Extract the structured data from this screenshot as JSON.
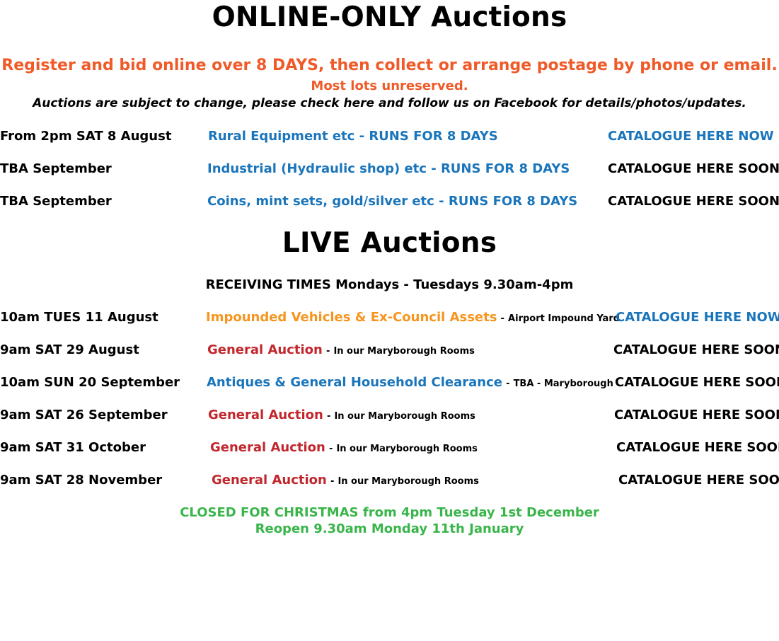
{
  "online": {
    "title": "ONLINE-ONLY Auctions",
    "intro_line1": "Register and bid online over 8 DAYS, then collect or arrange postage by phone or email.",
    "intro_line2": "Most lots unreserved.",
    "intro_line3": "Auctions are subject to change, please check here and follow us on Facebook for details/photos/updates.",
    "rows": [
      {
        "date": "From 2pm SAT 8 August",
        "name": "Rural Equipment etc - RUNS FOR 8 DAYS",
        "catalogue": "CATALOGUE HERE NOW"
      },
      {
        "date": "TBA September",
        "name": "Industrial (Hydraulic shop) etc - RUNS FOR 8 DAYS",
        "catalogue": "CATALOGUE HERE SOON"
      },
      {
        "date": "TBA September",
        "name": "Coins, mint sets, gold/silver etc - RUNS FOR 8 DAYS",
        "catalogue": "CATALOGUE HERE SOON"
      }
    ]
  },
  "live": {
    "title": "LIVE Auctions",
    "receiving_times": "RECEIVING TIMES Mondays - Tuesdays 9.30am-4pm",
    "rows": [
      {
        "date": "10am TUES 11 August",
        "name": "Impounded Vehicles & Ex-Council Assets",
        "sep": "-",
        "venue": "Airport Impound Yard",
        "catalogue": "CATALOGUE HERE NOW"
      },
      {
        "date": "9am SAT 29 August",
        "name": "General Auction",
        "sep": "-",
        "venue": "In our Maryborough Rooms",
        "catalogue": "CATALOGUE HERE SOON"
      },
      {
        "date": "10am SUN 20 September",
        "name": "Antiques & General Household Clearance",
        "sep": "-",
        "venue": "TBA - Maryborough",
        "catalogue": "CATALOGUE HERE SOON"
      },
      {
        "date": "9am SAT 26 September",
        "name": "General Auction",
        "sep": "-",
        "venue": "In our Maryborough Rooms",
        "catalogue": "CATALOGUE HERE SOON"
      },
      {
        "date": "9am SAT 31 October",
        "name": "General Auction",
        "sep": "-",
        "venue": "In our Maryborough Rooms",
        "catalogue": "CATALOGUE HERE SOON"
      },
      {
        "date": "9am SAT 28 November",
        "name": "General Auction",
        "sep": "-",
        "venue": "In our Maryborough Rooms",
        "catalogue": "CATALOGUE HERE SOON"
      }
    ]
  },
  "closure": {
    "line1": "CLOSED FOR CHRISTMAS from 4pm Tuesday 1st December",
    "line2": "Reopen 9.30am Monday 11th January"
  },
  "colors": {
    "orange": "#f05a28",
    "blue": "#1a75bb",
    "amber": "#f7941d",
    "red": "#c1272d",
    "green": "#39b54a"
  }
}
